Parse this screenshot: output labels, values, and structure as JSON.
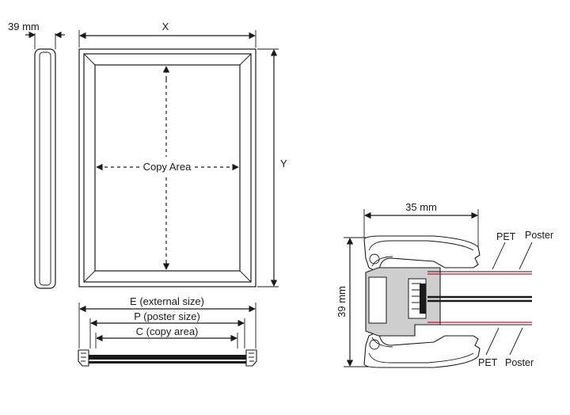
{
  "labels": {
    "side_depth": "39 mm",
    "width_x": "X",
    "height_y": "Y",
    "copy_area": "Copy Area",
    "external_size": "E (external size)",
    "poster_size": "P (poster size)",
    "copy_area_size": "C (copy area)",
    "profile_depth": "35 mm",
    "profile_height": "39 mm",
    "pet_top": "PET",
    "poster_top": "Poster",
    "pet_bottom": "PET",
    "poster_bottom": "Poster"
  },
  "colors": {
    "line": "#1a1a1a",
    "profile_grey": "#cfcfcf",
    "poster_red": "#c8102e"
  }
}
